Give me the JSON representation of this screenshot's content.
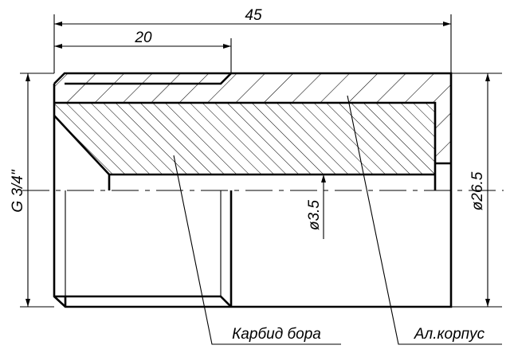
{
  "dimensions": {
    "overall_length": "45",
    "thread_length": "20",
    "thread_size": "G 3/4\"",
    "outer_diameter": "ø26.5",
    "bore_diameter": "ø3.5"
  },
  "labels": {
    "insert": "Карбид бора",
    "housing": "Ал.корпус"
  }
}
